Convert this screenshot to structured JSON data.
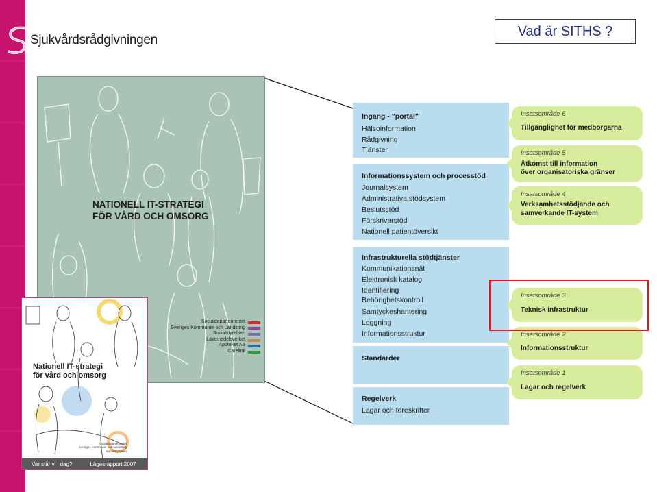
{
  "header": {
    "logo_text": "Sjukvårdsrådgivningen",
    "slide_title": "Vad är SITHS ?"
  },
  "cover_large": {
    "title_line1": "NATIONELL IT-STRATEGI",
    "title_line2": "FÖR VÅRD OCH OMSORG",
    "publishers": [
      "Socialdepartementet",
      "Sveriges Kommuner och Landsting",
      "Socialstyrelsen",
      "Läkemedelsverket",
      "Apoteket AB",
      "Carelink"
    ],
    "publisher_colors": [
      "#d6262f",
      "#8a4a9a",
      "#7a6fb5",
      "#c58a5a",
      "#2b6aa8",
      "#2a9a4a"
    ]
  },
  "cover_small": {
    "title_line1": "Nationell IT-strategi",
    "title_line2": "för vård och omsorg",
    "footer_left": "Var står vi i dag?",
    "footer_right": "Lägesrapport 2007",
    "publishers": [
      "Socialdepartementet",
      "Sveriges Kommuner och Landsting",
      "Socialstyrelsen"
    ]
  },
  "diagram": {
    "pillars": [
      {
        "heading": "Ingang - \"portal\"",
        "items": [
          "Hälsoinformation",
          "Rådgivning",
          "Tjänster"
        ]
      },
      {
        "heading": "Informationssystem och processtöd",
        "items": [
          "Journalsystem",
          "Administrativa stödsystem",
          "Beslutsstöd",
          "Förskrivarstöd",
          "Nationell patientöversikt"
        ]
      },
      {
        "heading": "Infrastrukturella stödtjänster",
        "items": [
          "Kommunikationsnät",
          "Elektronisk katalog",
          "Identifiering",
          "Behörighetskontroll",
          "Samtyckeshantering",
          "Loggning",
          "Informationsstruktur"
        ]
      },
      {
        "heading": "Standarder",
        "items": []
      },
      {
        "heading": "Regelverk",
        "items": [
          "Lagar och föreskrifter"
        ]
      }
    ],
    "areas": [
      {
        "number": "Insatsområde 6",
        "title_lines": [
          "Tillgänglighet för medborgarna"
        ]
      },
      {
        "number": "Insatsområde 5",
        "title_lines": [
          "Åtkomst till information",
          "över organisatoriska gränser"
        ]
      },
      {
        "number": "Insatsområde 4",
        "title_lines": [
          "Verksamhetsstödjande och",
          "samverkande IT-system"
        ]
      },
      {
        "number": "Insatsområde 3",
        "title_lines": [
          "Teknisk infrastruktur"
        ]
      },
      {
        "number": "Insatsområde 2",
        "title_lines": [
          "Informationsstruktur"
        ]
      },
      {
        "number": "Insatsområde 1",
        "title_lines": [
          "Lagar och regelverk"
        ]
      }
    ],
    "highlight_color": "#e8161a"
  }
}
